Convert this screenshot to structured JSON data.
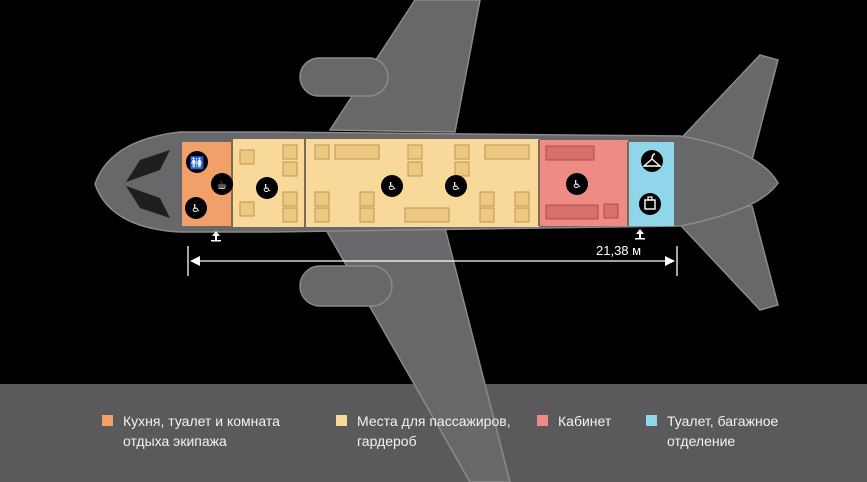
{
  "colors": {
    "crew": "#f0a068",
    "passenger": "#f8d99a",
    "cabinet": "#ee8b85",
    "service": "#8fd6ea",
    "fuselage": "#68686a",
    "outline": "#8a8a8c"
  },
  "dimension": {
    "label": "21,38 м"
  },
  "legend": [
    {
      "key": "crew",
      "label": "Кухня, туалет и комната отдыха экипажа"
    },
    {
      "key": "passenger",
      "label": "Места для пассажиров, гардероб"
    },
    {
      "key": "cabinet",
      "label": "Кабинет"
    },
    {
      "key": "service",
      "label": "Туалет, багажное отделение"
    }
  ],
  "icons": [
    "wc-icon",
    "coffee-icon",
    "recline-seat-icon",
    "hanger-icon",
    "luggage-icon",
    "exit-arrow-icon"
  ]
}
